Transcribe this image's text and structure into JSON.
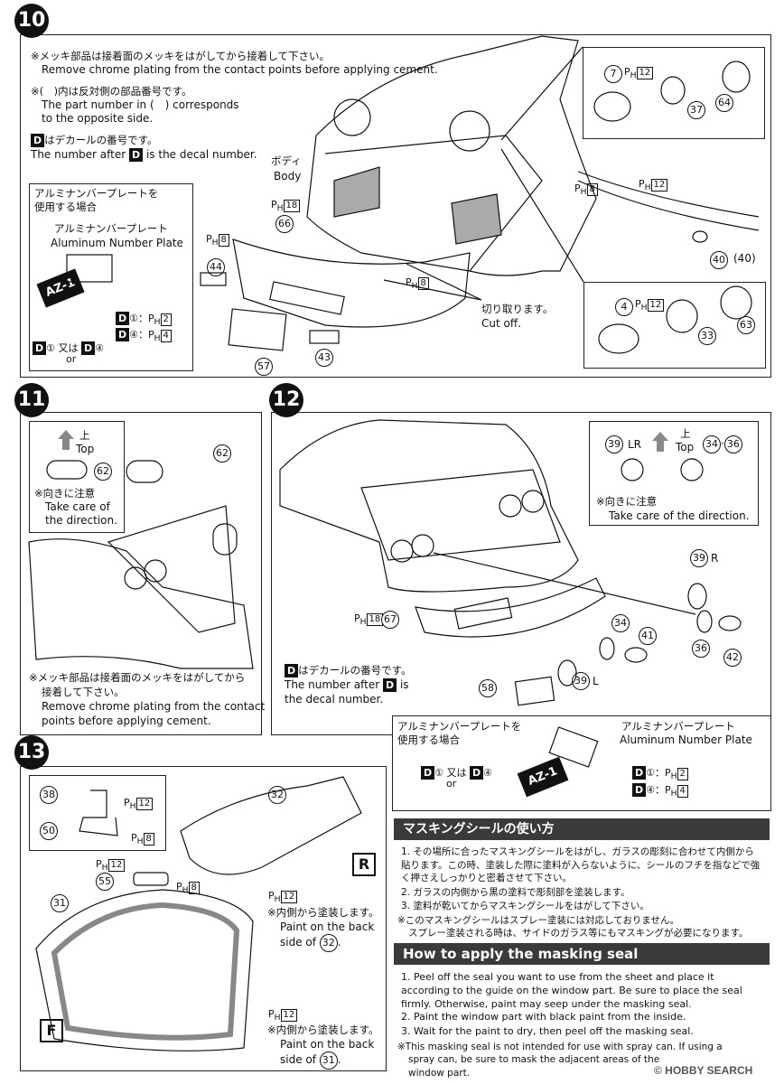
{
  "step10": {
    "num": "10",
    "note1_jp": "※メッキ部品は接着面のメッキをはがしてから接着して下さい。",
    "note1_en": "Remove chrome plating from the contact points before applying cement.",
    "note2_jp": "※(　)内は反対側の部品番号です。",
    "note2_en1": "The part number in (　) corresponds",
    "note2_en2": "to the opposite side.",
    "note3_jp": "はデカールの番号です。",
    "note3_en_a": "The number after",
    "note3_en_b": "is the decal number.",
    "body_jp": "ボディ",
    "body_en": "Body",
    "alum_jp1": "アルミナンバープレートを",
    "alum_jp2": "使用する場合",
    "alum_plate_jp": "アルミナンバープレート",
    "alum_plate_en": "Aluminum Number Plate",
    "decal_d1": "①：",
    "decal_d4": "④：",
    "or_jp": "又は",
    "or_en": "or",
    "plate_text": "AZ-1",
    "cut_jp": "切り取ります。",
    "cut_en": "Cut off.",
    "parts": [
      "7",
      "37",
      "64",
      "66",
      "44",
      "57",
      "43",
      "40",
      "(40)",
      "4",
      "33",
      "63"
    ],
    "ph": {
      "p12": "12",
      "p18": "18",
      "p8": "8",
      "p2": "2",
      "p4": "4"
    }
  },
  "step11": {
    "num": "11",
    "top_jp": "上",
    "top_en": "Top",
    "care_jp": "※向きに注意",
    "care_en1": "Take care of",
    "care_en2": "the direction.",
    "part62": "62",
    "chrome_jp1": "※メッキ部品は接着面のメッキをはがしてから",
    "chrome_jp2": "接着して下さい。",
    "chrome_en1": "Remove chrome plating from the contact",
    "chrome_en2": "points before applying cement."
  },
  "step12": {
    "num": "12",
    "lr": "LR",
    "top_jp": "上",
    "top_en": "Top",
    "care_jp": "※向きに注意",
    "care_en": "Take care of the direction.",
    "decal_jp": "はデカールの番号です。",
    "decal_en1": "The number after",
    "decal_en2": "is",
    "decal_en3": "the decal number.",
    "parts": [
      "39",
      "34",
      "36",
      "67",
      "41",
      "42",
      "58",
      "R",
      "L"
    ],
    "alum_jp1": "アルミナンバープレートを",
    "alum_jp2": "使用する場合",
    "alum_plate_jp": "アルミナンバープレート",
    "alum_plate_en": "Aluminum Number Plate"
  },
  "step13": {
    "num": "13",
    "parts": [
      "38",
      "50",
      "32",
      "55",
      "31"
    ],
    "back_jp": "※内側から塗装します。",
    "back_en1": "Paint on the back",
    "back_en2a": "side of",
    "r": "R",
    "f": "F"
  },
  "mask": {
    "title_jp": "マスキングシールの使い方",
    "items_jp": [
      "1. その場所に合ったマスキングシールをはがし、ガラスの彫刻に合わせて内側から貼ります。この時、塗装した際に塗料が入らないように、シールのフチを指などで強く押さえしっかりと密着させて下さい。",
      "2. ガラスの内側から黒の塗料で彫刻部を塗装します。",
      "3. 塗料が乾いてからマスキングシールをはがして下さい。"
    ],
    "note_jp1": "※このマスキングシールはスプレー塗装には対応しておりません。",
    "note_jp2": "スプレー塗装される時は、サイドのガラス等にもマスキングが必要になります。",
    "title_en": "How to apply the masking seal",
    "items_en": [
      "1.  Peel off the seal you want to use from the sheet and place it according to the guide on the window part. Be sure to place the seal firmly. Otherwise, paint may seep under the masking seal.",
      "2.  Paint the window part with black paint from the inside.",
      "3.  Wait for the paint to dry, then peel off the masking seal."
    ],
    "note_en1": "※This masking seal is not intended for use with spray can. If using a",
    "note_en2": "spray can, be sure to mask the adjacent areas of the window part."
  },
  "watermark": "© HOBBY SEARCH"
}
